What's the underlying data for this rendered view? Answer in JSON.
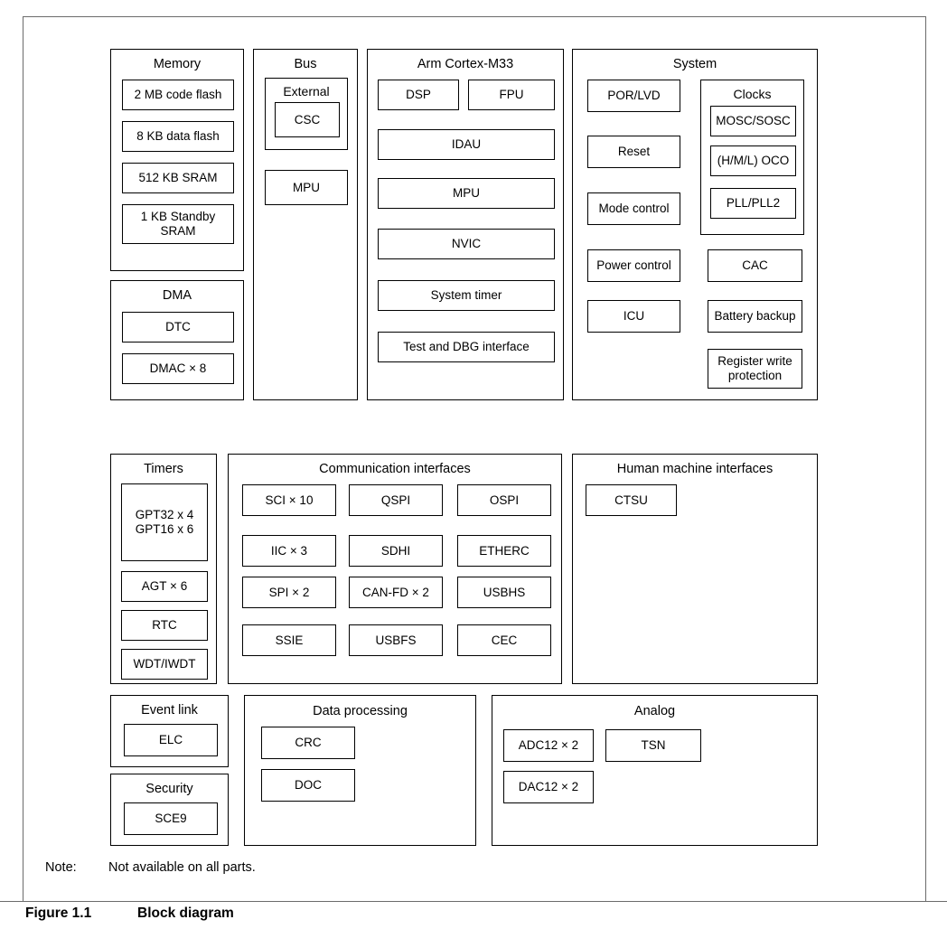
{
  "figure": {
    "number": "Figure 1.1",
    "title": "Block diagram"
  },
  "note": {
    "label": "Note:",
    "text": "Not available on all parts."
  },
  "groups": {
    "memory": {
      "title": "Memory",
      "items": [
        {
          "label": "2 MB code flash"
        },
        {
          "label": "8 KB data flash"
        },
        {
          "label": "512 KB SRAM"
        },
        {
          "label": "1 KB Standby\nSRAM"
        }
      ]
    },
    "dma": {
      "title": "DMA",
      "items": [
        {
          "label": "DTC"
        },
        {
          "label": "DMAC × 8"
        }
      ]
    },
    "bus": {
      "title": "Bus",
      "external": {
        "title": "External",
        "items": [
          {
            "label": "CSC"
          }
        ]
      },
      "items": [
        {
          "label": "MPU"
        }
      ]
    },
    "cortex": {
      "title": "Arm Cortex-M33",
      "items": [
        {
          "label": "DSP"
        },
        {
          "label": "FPU"
        },
        {
          "label": "IDAU"
        },
        {
          "label": "MPU"
        },
        {
          "label": "NVIC"
        },
        {
          "label": "System timer"
        },
        {
          "label": "Test and DBG interface"
        }
      ]
    },
    "system": {
      "title": "System",
      "left_items": [
        {
          "label": "POR/LVD"
        },
        {
          "label": "Reset"
        },
        {
          "label": "Mode control"
        },
        {
          "label": "Power control"
        },
        {
          "label": "ICU"
        }
      ],
      "clocks": {
        "title": "Clocks",
        "items": [
          {
            "label": "MOSC/SOSC"
          },
          {
            "label": "(H/M/L) OCO"
          },
          {
            "label": "PLL/PLL2"
          }
        ]
      },
      "right_items": [
        {
          "label": "CAC"
        },
        {
          "label": "Battery backup"
        },
        {
          "label": "Register write\nprotection"
        }
      ]
    },
    "timers": {
      "title": "Timers",
      "items": [
        {
          "label": "GPT32 x 4\nGPT16 x 6"
        },
        {
          "label": "AGT × 6"
        },
        {
          "label": "RTC"
        },
        {
          "label": "WDT/IWDT"
        }
      ]
    },
    "communication": {
      "title": "Communication interfaces",
      "rows": [
        [
          {
            "label": "SCI × 10"
          },
          {
            "label": "QSPI"
          },
          {
            "label": "OSPI"
          }
        ],
        [
          {
            "label": "IIC × 3"
          },
          {
            "label": "SDHI"
          },
          {
            "label": "ETHERC"
          }
        ],
        [
          {
            "label": "SPI × 2"
          },
          {
            "label": "CAN-FD × 2"
          },
          {
            "label": "USBHS"
          }
        ],
        [
          {
            "label": "SSIE"
          },
          {
            "label": "USBFS"
          },
          {
            "label": "CEC"
          }
        ]
      ]
    },
    "hmi": {
      "title": "Human machine interfaces",
      "items": [
        {
          "label": "CTSU"
        }
      ]
    },
    "event_link": {
      "title": "Event link",
      "items": [
        {
          "label": "ELC"
        }
      ]
    },
    "security": {
      "title": "Security",
      "items": [
        {
          "label": "SCE9"
        }
      ]
    },
    "data_processing": {
      "title": "Data processing",
      "items": [
        {
          "label": "CRC"
        },
        {
          "label": "DOC"
        }
      ]
    },
    "analog": {
      "title": "Analog",
      "items": [
        {
          "label": "ADC12 × 2"
        },
        {
          "label": "TSN"
        },
        {
          "label": "DAC12 × 2"
        }
      ]
    }
  }
}
